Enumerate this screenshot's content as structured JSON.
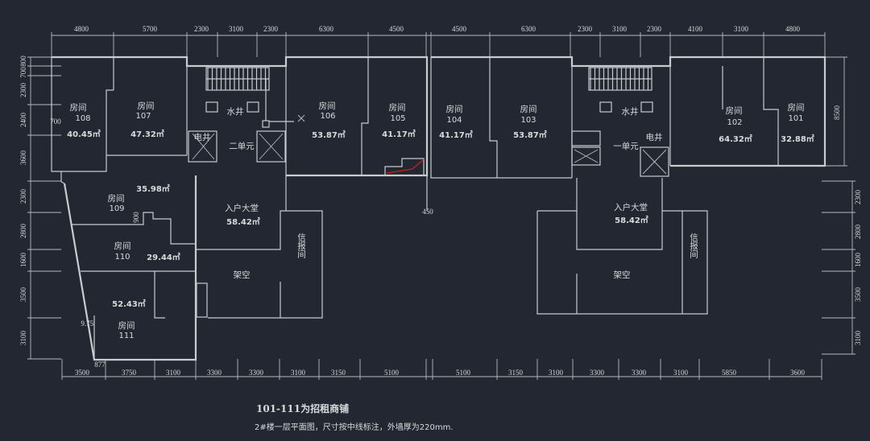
{
  "dimensions": {
    "top": [
      "4800",
      "5700",
      "2300",
      "3100",
      "2300",
      "6300",
      "4500",
      "4500",
      "6300",
      "2300",
      "3100",
      "2300",
      "4100",
      "3100",
      "4800"
    ],
    "bottom": [
      "3500",
      "3750",
      "3100",
      "3300",
      "3300",
      "3100",
      "3150",
      "5100",
      "5100",
      "3150",
      "3100",
      "3300",
      "3300",
      "3100",
      "5850",
      "3600"
    ],
    "left": [
      "800",
      "700",
      "2300",
      "2400",
      "3600",
      "2300",
      "2800",
      "1600",
      "3500",
      "3100"
    ],
    "right": [
      "8500",
      "2300",
      "2800",
      "1600",
      "3500",
      "3100"
    ],
    "misc": {
      "d700": "700",
      "d900": "900",
      "d450": "450",
      "d877": "877",
      "angle": "9.75'"
    }
  },
  "rooms": [
    {
      "label": "房间",
      "number": "108",
      "area": "40.45㎡"
    },
    {
      "label": "房间",
      "number": "107",
      "area": "47.32㎡"
    },
    {
      "label": "房间",
      "number": "106",
      "area": "53.87㎡"
    },
    {
      "label": "房间",
      "number": "105",
      "area": "41.17㎡"
    },
    {
      "label": "房间",
      "number": "104",
      "area": "41.17㎡"
    },
    {
      "label": "房间",
      "number": "103",
      "area": "53.87㎡"
    },
    {
      "label": "房间",
      "number": "102",
      "area": "64.32㎡"
    },
    {
      "label": "房间",
      "number": "101",
      "area": "32.88㎡"
    },
    {
      "label": "房间",
      "number": "109",
      "area": "35.98㎡"
    },
    {
      "label": "房间",
      "number": "110",
      "area": "29.44㎡"
    },
    {
      "label": "房间",
      "number": "111",
      "area": "52.43㎡"
    }
  ],
  "core": {
    "water_shaft": "水井",
    "electric_shaft": "电井",
    "unit2": "二单元",
    "unit1": "一单元",
    "lobby": "入户大堂",
    "lobby_area": "58.42㎡",
    "mailroom": "信报间",
    "overhead": "架空"
  },
  "notes": {
    "title": "101-111为招租商铺",
    "description": "2#楼一层平面图，尺寸按中线标注，外墙厚为220mm."
  }
}
